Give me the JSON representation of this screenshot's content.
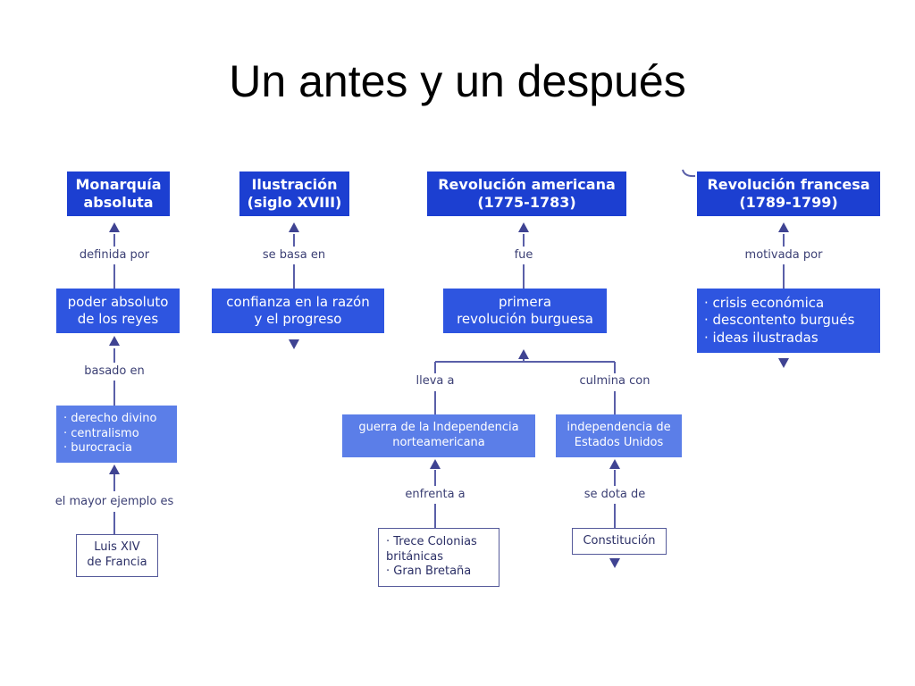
{
  "title": "Un antes y un después",
  "columns": {
    "monarquia": {
      "main": "Monarquía\nabsoluta",
      "link1": "definida por",
      "node1": "poder absoluto\nde los reyes",
      "link2": "basado en",
      "node2": "· derecho divino\n· centralismo\n· burocracia",
      "link3": "el mayor ejemplo es",
      "node3": "Luis XIV\nde Francia"
    },
    "ilustracion": {
      "main": "Ilustración\n(siglo XVIII)",
      "link1": "se basa en",
      "node1": "confianza en la razón\ny el progreso"
    },
    "americana": {
      "main": "Revolución americana\n(1775-1783)",
      "link1": "fue",
      "node1": "primera\nrevolución burguesa",
      "left_link": "lleva a",
      "left_node": "guerra de la Independencia\nnorteamericana",
      "left_link2": "enfrenta a",
      "left_node2": "· Trece Colonias\n  británicas\n· Gran Bretaña",
      "right_link": "culmina con",
      "right_node": "independencia de\nEstados Unidos",
      "right_link2": "se dota de",
      "right_node2": "Constitución"
    },
    "francesa": {
      "main": "Revolución francesa\n(1789-1799)",
      "link1": "motivada por",
      "node1": "· crisis económica\n· descontento burgués\n· ideas ilustradas"
    }
  }
}
